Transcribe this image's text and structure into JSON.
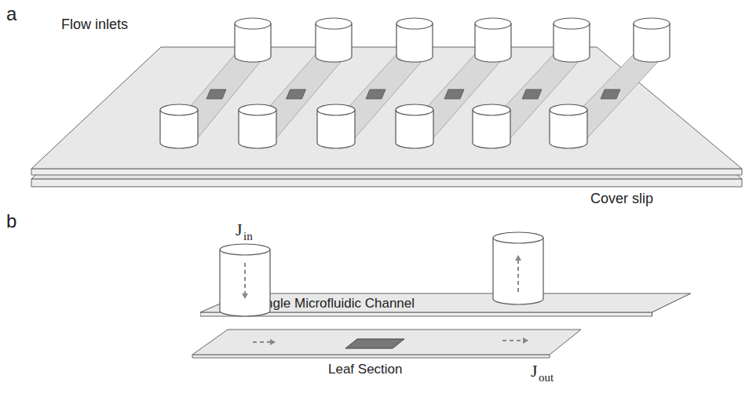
{
  "diagram": {
    "nodes": [
      {
        "text": [
          "Single Microfluidic Channel"
        ]
      }
    ],
    "labels": [
      "a",
      "Flow inlets",
      "Cover slip",
      "b",
      "J",
      "in",
      "Leaf Section",
      "J",
      "out"
    ]
  }
}
